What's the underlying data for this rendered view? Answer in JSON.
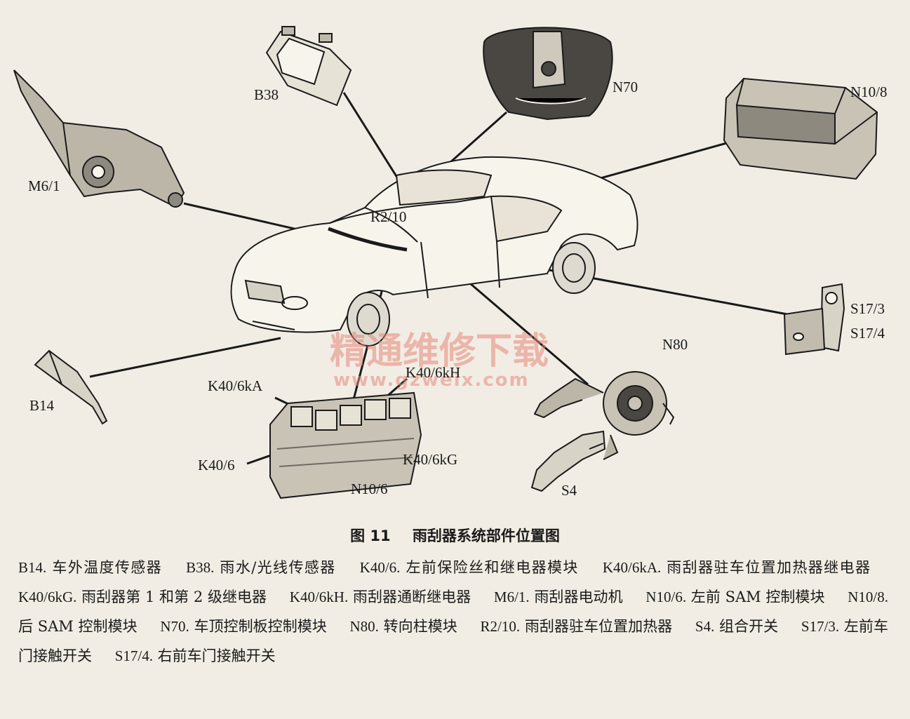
{
  "labels": {
    "b38": "B38",
    "n70": "N70",
    "n10_8": "N10/8",
    "m6_1": "M6/1",
    "r2_10": "R2/10",
    "s17_3": "S17/3",
    "s17_4": "S17/4",
    "b14": "B14",
    "n80": "N80",
    "k40_6ka": "K40/6kA",
    "k40_6kh": "K40/6kH",
    "k40_6": "K40/6",
    "k40_6kg": "K40/6kG",
    "n10_6": "N10/6",
    "s4": "S4"
  },
  "watermark": {
    "text": "精通维修下载",
    "url": "www.gzweix.com"
  },
  "caption": {
    "number": "图 11",
    "title": "雨刮器系统部件位置图"
  },
  "legend": [
    {
      "code": "B14.",
      "desc": "车外温度传感器"
    },
    {
      "code": "B38.",
      "desc": "雨水/光线传感器"
    },
    {
      "code": "K40/6.",
      "desc": "左前保险丝和继电器模块"
    },
    {
      "code": "K40/6kA.",
      "desc": "雨刮器驻车位置加热器继电器"
    },
    {
      "code": "K40/6kG.",
      "desc": "雨刮器第 1 和第 2 级继电器"
    },
    {
      "code": "K40/6kH.",
      "desc": "雨刮器通断继电器"
    },
    {
      "code": "M6/1.",
      "desc": "雨刮器电动机"
    },
    {
      "code": "N10/6.",
      "desc": "左前 SAM 控制模块"
    },
    {
      "code": "N10/8.",
      "desc": "后 SAM 控制模块"
    },
    {
      "code": "N70.",
      "desc": "车顶控制板控制模块"
    },
    {
      "code": "N80.",
      "desc": "转向柱模块"
    },
    {
      "code": "R2/10.",
      "desc": "雨刮器驻车位置加热器"
    },
    {
      "code": "S4.",
      "desc": "组合开关"
    },
    {
      "code": "S17/3.",
      "desc": "左前车门接触开关"
    },
    {
      "code": "S17/4.",
      "desc": "右前车门接触开关"
    }
  ]
}
